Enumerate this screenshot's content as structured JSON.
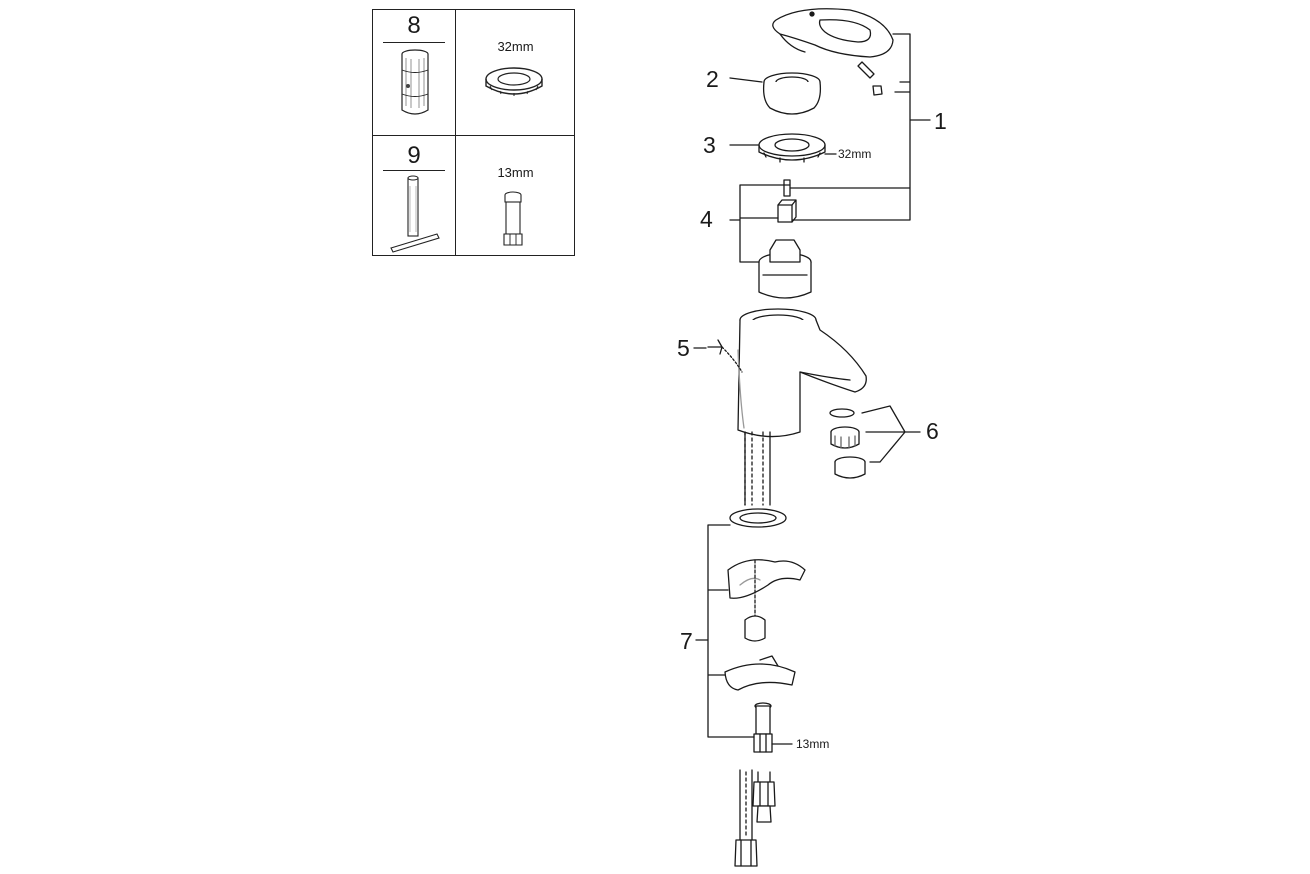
{
  "legend": {
    "rows": [
      {
        "number": "8",
        "size": "32mm",
        "tool_icon": "cartridge-tool-icon",
        "part_icon": "nut-32mm-icon"
      },
      {
        "number": "9",
        "size": "13mm",
        "tool_icon": "socket-wrench-icon",
        "part_icon": "threaded-stud-13mm-icon"
      }
    ]
  },
  "callouts": [
    {
      "number": "1",
      "part": "lever-handle-icon"
    },
    {
      "number": "2",
      "part": "cap-ring-icon"
    },
    {
      "number": "3",
      "part": "retaining-nut-icon"
    },
    {
      "number": "4",
      "part": "cartridge-icon"
    },
    {
      "number": "5",
      "part": "pull-rod-icon"
    },
    {
      "number": "6",
      "part": "aerator-icon"
    },
    {
      "number": "7",
      "part": "mounting-set-icon"
    }
  ],
  "size_labels": {
    "nut": "32mm",
    "stud": "13mm"
  },
  "colors": {
    "line": "#1a1a1a",
    "fill": "#ffffff",
    "shade": "#9a9a9a"
  }
}
